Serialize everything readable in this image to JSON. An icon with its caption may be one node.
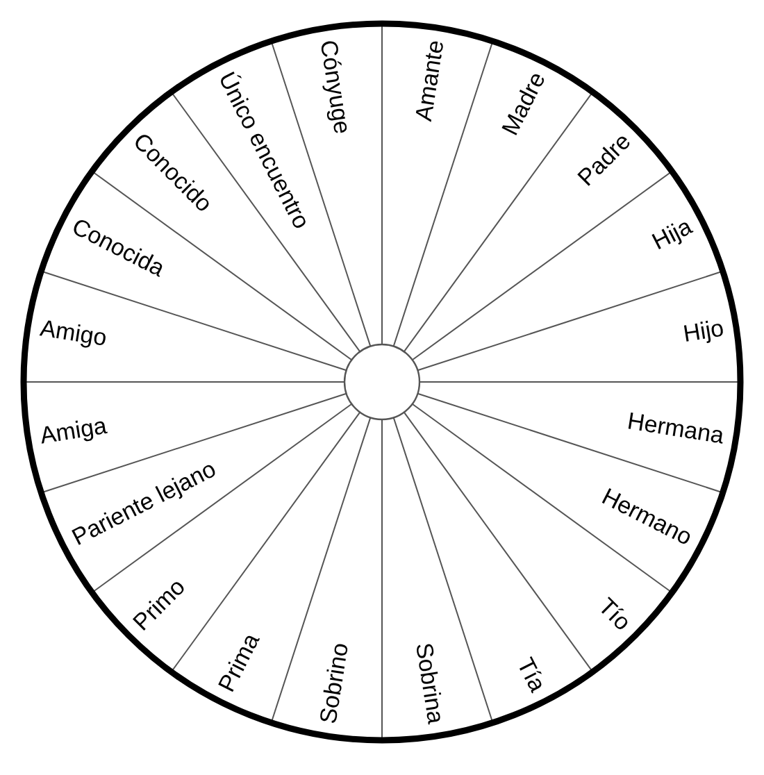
{
  "diagram": {
    "nodes": [
      {
        "text": [
          "Amante"
        ]
      },
      {
        "text": [
          "Madre"
        ]
      },
      {
        "text": [
          "Padre"
        ]
      },
      {
        "text": [
          "Hija"
        ]
      },
      {
        "text": [
          "Hijo"
        ]
      },
      {
        "text": [
          "Hermana"
        ]
      },
      {
        "text": [
          "Hermano"
        ]
      },
      {
        "text": [
          "Tío"
        ]
      },
      {
        "text": [
          "Tía"
        ]
      },
      {
        "text": [
          "Sobrina"
        ]
      },
      {
        "text": [
          "Sobrino"
        ]
      },
      {
        "text": [
          "Prima"
        ]
      },
      {
        "text": [
          "Primo"
        ]
      },
      {
        "text": [
          "Pariente lejano"
        ]
      },
      {
        "text": [
          "Amiga"
        ]
      },
      {
        "text": [
          "Amigo"
        ]
      },
      {
        "text": [
          "Conocida"
        ]
      },
      {
        "text": [
          "Conocido"
        ]
      },
      {
        "text": [
          "Único encuentro"
        ]
      },
      {
        "text": [
          "Cónyuge"
        ]
      }
    ]
  }
}
